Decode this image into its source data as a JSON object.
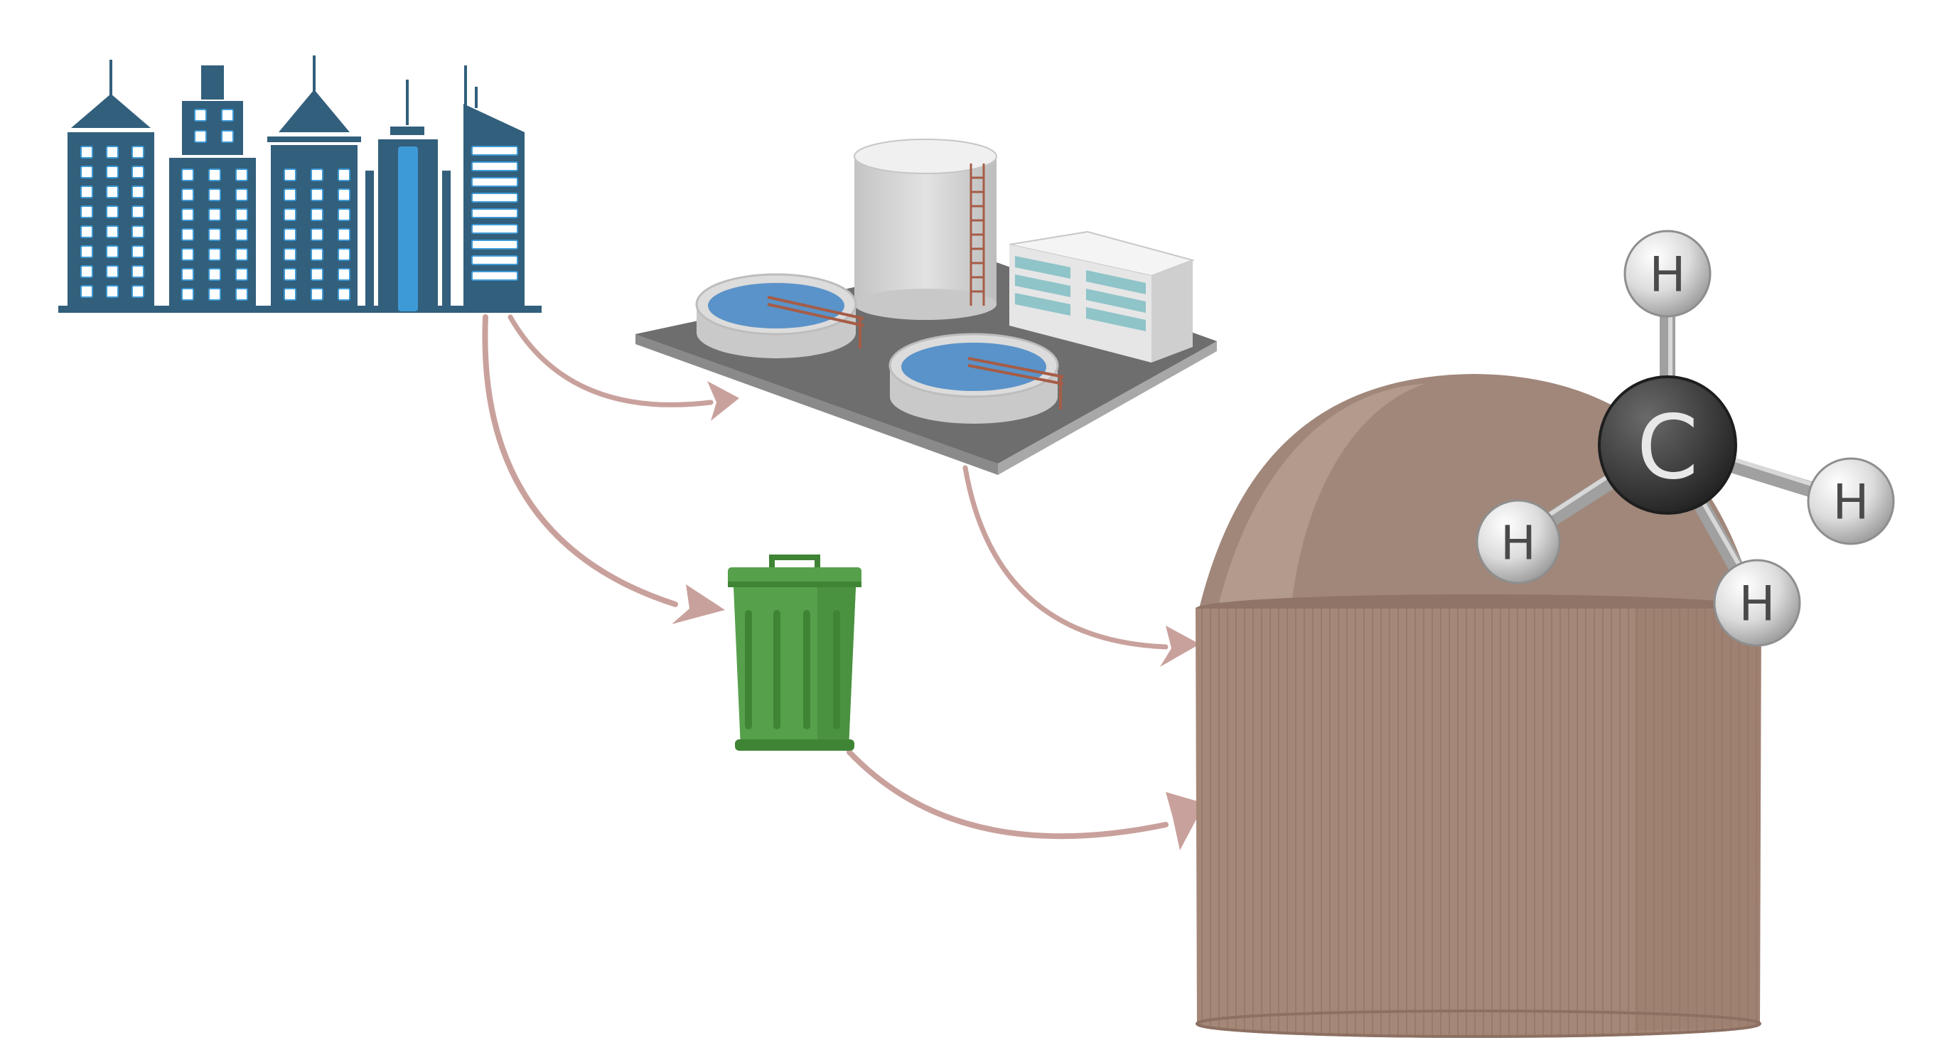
{
  "diagram": {
    "nodes": [
      {
        "id": "city",
        "icon": "city-buildings-icon"
      },
      {
        "id": "treatment",
        "icon": "water-treatment-plant-icon"
      },
      {
        "id": "waste",
        "icon": "trash-can-icon"
      },
      {
        "id": "digester",
        "icon": "biogas-digester-icon"
      }
    ],
    "edges": [
      {
        "from": "city",
        "to": "treatment"
      },
      {
        "from": "city",
        "to": "waste"
      },
      {
        "from": "treatment",
        "to": "digester"
      },
      {
        "from": "waste",
        "to": "digester"
      }
    ],
    "molecule": {
      "icon": "methane-molecule-icon",
      "center": "C",
      "substituents": [
        "H",
        "H",
        "H",
        "H"
      ]
    }
  },
  "colors": {
    "building": "#325F7C",
    "window": "#ffffff",
    "window_accent": "#3E9AD6",
    "arrow": "#C9A19C",
    "trash": "#56A04B",
    "trash_dark": "#3F8434",
    "digester_body": "#A58778",
    "digester_dome": "#A0877A",
    "digester_dome_light": "#B29A8D",
    "platform": "#6E6E6E",
    "platform_edge": "#9E9E9E",
    "tank": "#D6D6D6",
    "water": "#5A93C9",
    "walkway": "#A65C46",
    "carbon": "#3F3F3F",
    "hydrogen": "#DCDCDC"
  }
}
